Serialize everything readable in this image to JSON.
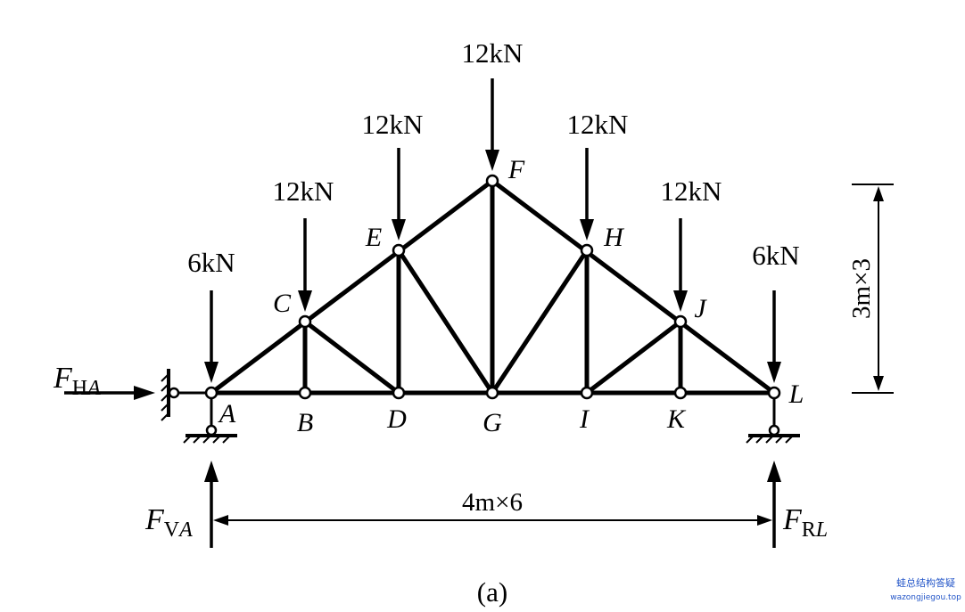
{
  "loads": {
    "A": "6kN",
    "C": "12kN",
    "E": "12kN",
    "F": "12kN",
    "H": "12kN",
    "J": "12kN",
    "L": "6kN"
  },
  "nodes": {
    "A": "A",
    "B": "B",
    "C": "C",
    "D": "D",
    "E": "E",
    "F": "F",
    "G": "G",
    "H": "H",
    "I": "I",
    "J": "J",
    "K": "K",
    "L": "L"
  },
  "reactions": {
    "horizontal_A": {
      "main": "F",
      "sub_upright": "H",
      "sub_italic": "A"
    },
    "vertical_A": {
      "main": "F",
      "sub_upright": "V",
      "sub_italic": "A"
    },
    "right_L": {
      "main": "F",
      "sub_upright": "R",
      "sub_italic": "L"
    }
  },
  "dimensions": {
    "span": "4m×6",
    "height": "3m×3"
  },
  "caption": "(a)",
  "watermark": {
    "cn": "蛙总结构答疑",
    "url": "wazongjiegou.top"
  },
  "colors": {
    "stroke": "#000000",
    "watermark": "#2456c8"
  }
}
